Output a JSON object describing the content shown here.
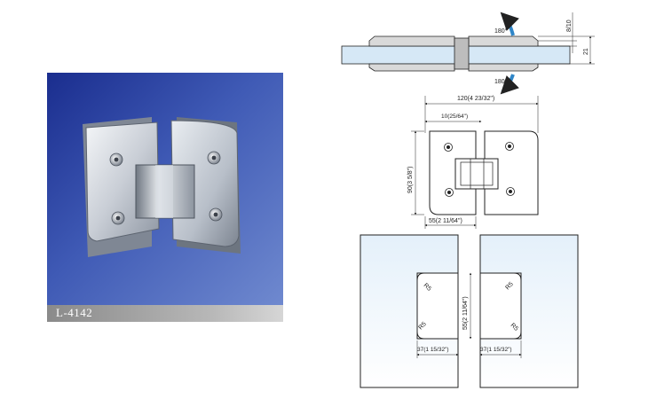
{
  "product": {
    "model_label": "L-4142"
  },
  "top_view": {
    "rotation_top": "180°",
    "rotation_bottom": "180°",
    "dim_glass_thickness": "8/10",
    "dim_height": "21"
  },
  "front_view": {
    "dim_width": "120(4 23/32\")",
    "dim_gap": "10(25/64\")",
    "dim_height": "90(3 5/8\")",
    "dim_leaf": "55(2 11/64\")"
  },
  "glass_cutout": {
    "radius_label": "R5",
    "dim_cut_height": "55(2 11/64\")",
    "dim_cut_left": "37(1 15/32\")",
    "dim_cut_right": "37(1 15/32\")"
  },
  "colors": {
    "photo_bg": "#2a3f9c",
    "glass": "#dcecf8",
    "line": "#222222"
  }
}
